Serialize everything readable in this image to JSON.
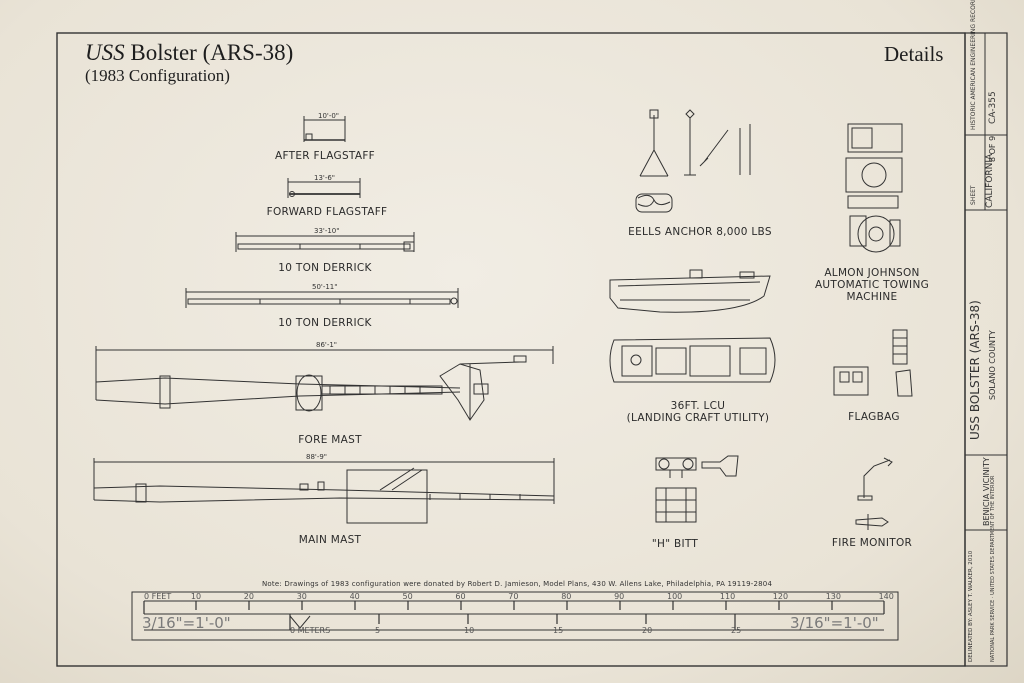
{
  "header": {
    "ship_name_italic": "USS",
    "ship_name_rest": "Bolster (ARS-38)",
    "configuration": "(1983 Configuration)",
    "sheet_title": "Details"
  },
  "drawings": {
    "after_flagstaff": {
      "label": "AFTER FLAGSTAFF",
      "dimension": "10'-0\""
    },
    "forward_flagstaff": {
      "label": "FORWARD FLAGSTAFF",
      "dimension": "13'-6\""
    },
    "derrick_1": {
      "label": "10 TON DERRICK",
      "dimension": "33'-10\""
    },
    "derrick_2": {
      "label": "10 TON DERRICK",
      "dimension": "50'-11\""
    },
    "fore_mast": {
      "label": "FORE MAST",
      "dimension": "86'-1\""
    },
    "main_mast": {
      "label": "MAIN MAST",
      "dimension": "88'-9\""
    },
    "anchor": {
      "label": "EELLS ANCHOR 8,000 LBS"
    },
    "towing_machine": {
      "label_lines": [
        "ALMON JOHNSON",
        "AUTOMATIC TOWING",
        "MACHINE"
      ]
    },
    "lcu": {
      "label_lines": [
        "36FT. LCU",
        "(LANDING CRAFT UTILITY)"
      ]
    },
    "flagbag": {
      "label": "FLAGBAG"
    },
    "h_bitt": {
      "label": "\"H\" BITT"
    },
    "fire_monitor": {
      "label": "FIRE MONITOR"
    }
  },
  "note": "Note: Drawings of 1983 configuration were donated by Robert D. Jamieson, Model Plans, 430 W. Allens Lake, Philadelphia, PA 19119-2804",
  "scale_bar": {
    "scale_text": "3/16\"=1'-0\"",
    "feet_ticks": [
      "0 FEET",
      "10",
      "20",
      "30",
      "40",
      "50",
      "60",
      "70",
      "80",
      "90",
      "100",
      "110",
      "120",
      "130",
      "140"
    ],
    "meter_ticks": [
      "0 METERS",
      "5",
      "10",
      "15",
      "20",
      "25"
    ]
  },
  "title_block": {
    "record": "HISTORIC AMERICAN ENGINEERING RECORD",
    "record_no": "CA-355",
    "sheet_label": "SHEET",
    "sheet_no": "8 OF 9",
    "state": "CALIFORNIA",
    "ship": "USS BOLSTER (ARS-38)",
    "county": "SOLANO COUNTY",
    "vicinity": "BENICIA VICINITY",
    "delineator": "DELINEATED BY: ASLEY T. WALKER, 2010",
    "agency": "NATIONAL PARK SERVICE · UNITED STATES DEPARTMENT OF THE INTERIOR"
  }
}
